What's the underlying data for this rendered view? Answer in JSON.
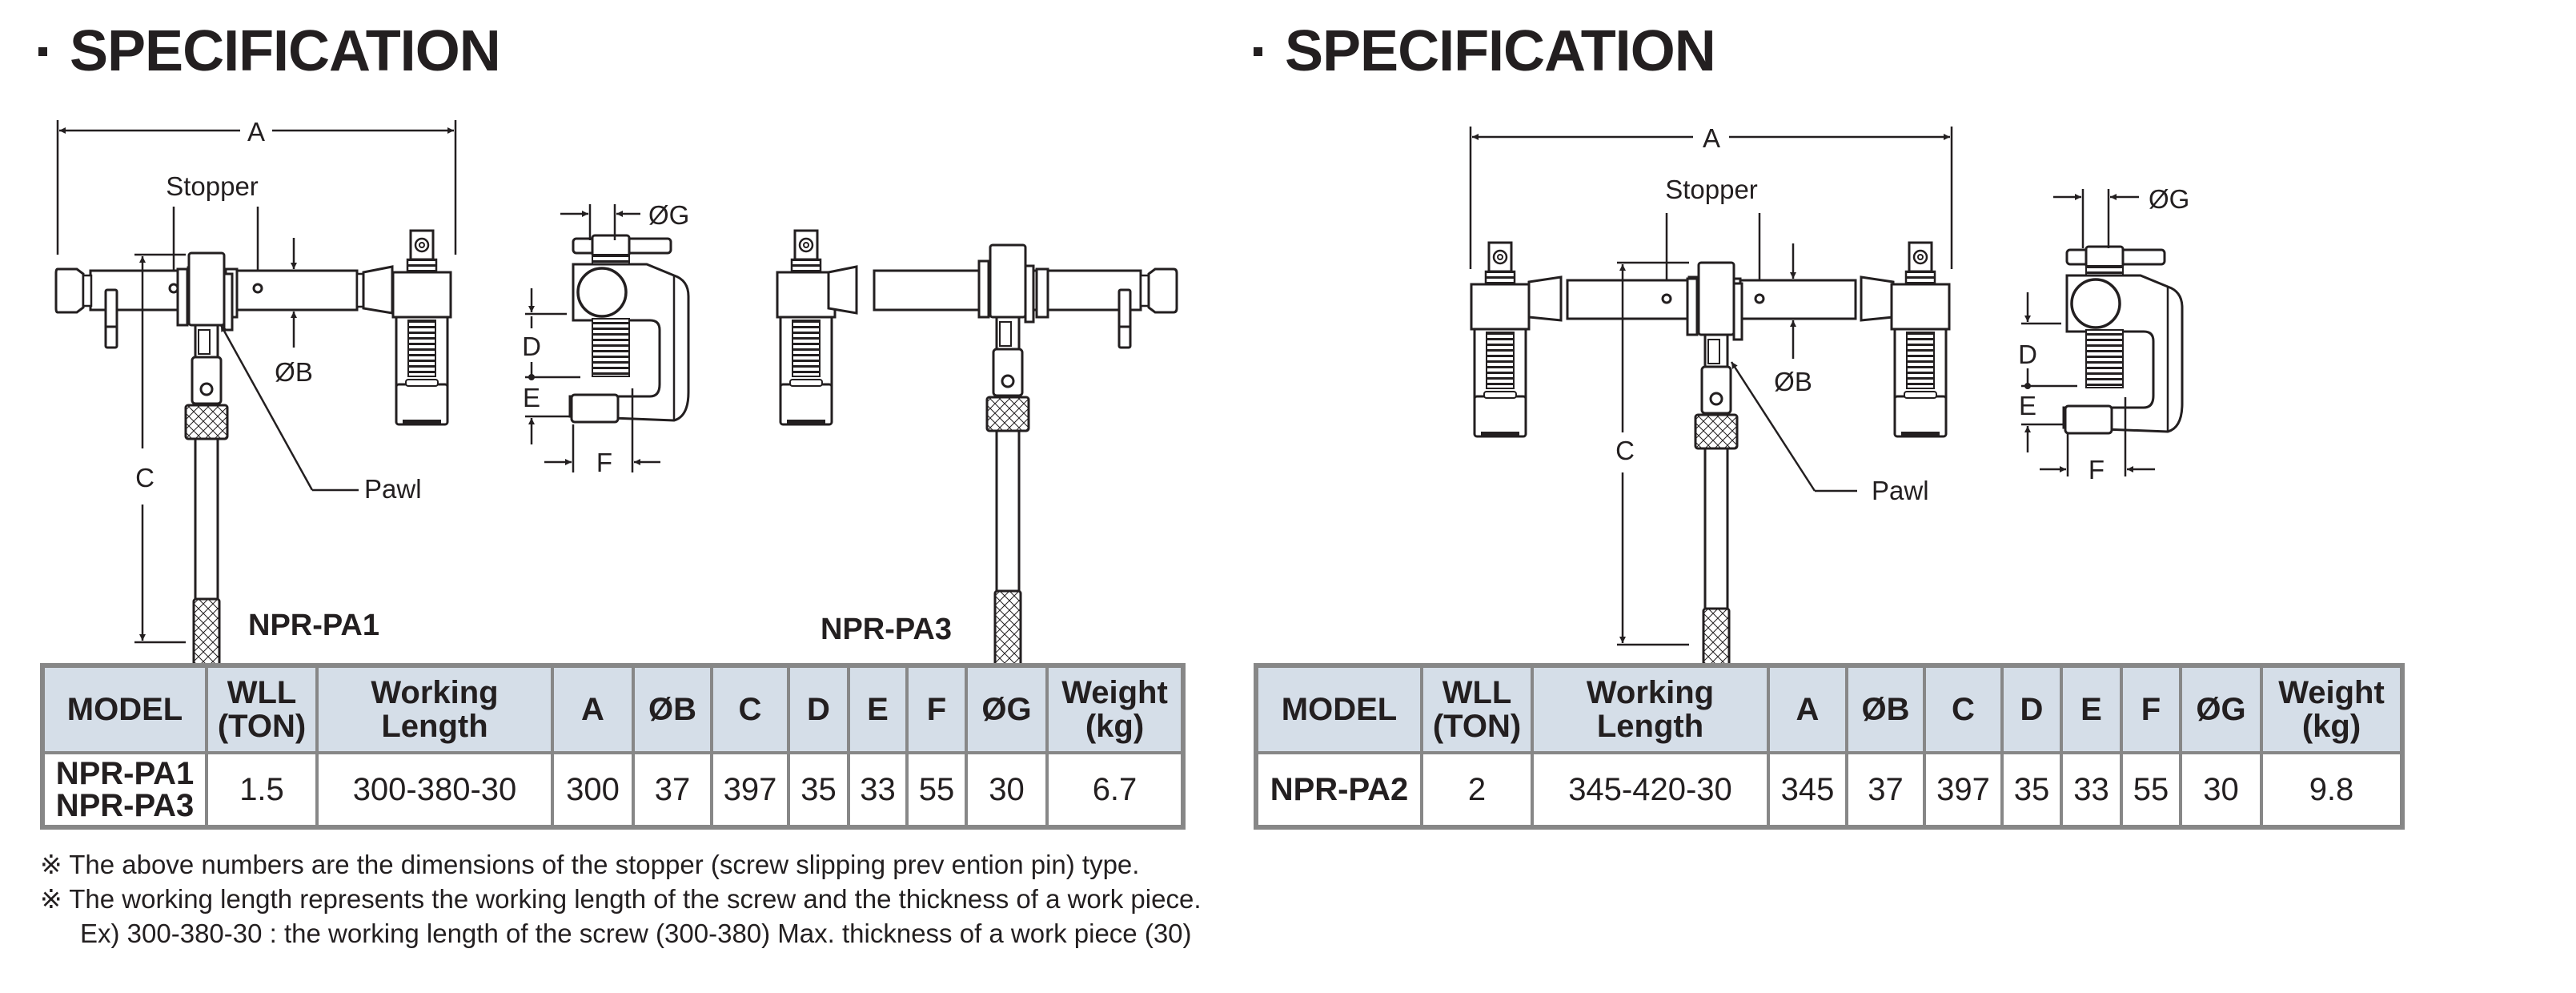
{
  "sections": [
    {
      "title": "SPECIFICATION",
      "diagram": {
        "dimension_labels": {
          "a": "A",
          "b": "ØB",
          "c": "C",
          "d": "D",
          "e": "E",
          "f": "F",
          "g": "ØG"
        },
        "callouts": {
          "stopper": "Stopper",
          "pawl": "Pawl"
        },
        "model_labels": [
          "NPR-PA1",
          "NPR-PA3"
        ]
      },
      "table": {
        "headers": [
          "MODEL",
          "WLL\n(TON)",
          "Working\nLength",
          "A",
          "ØB",
          "C",
          "D",
          "E",
          "F",
          "ØG",
          "Weight\n(kg)"
        ],
        "header_lines": [
          [
            "MODEL"
          ],
          [
            "WLL",
            "(TON)"
          ],
          [
            "Working",
            "Length"
          ],
          [
            "A"
          ],
          [
            "ØB"
          ],
          [
            "C"
          ],
          [
            "D"
          ],
          [
            "E"
          ],
          [
            "F"
          ],
          [
            "ØG"
          ],
          [
            "Weight",
            "(kg)"
          ]
        ],
        "rows": [
          {
            "model": [
              "NPR-PA1",
              "NPR-PA3"
            ],
            "wll": "1.5",
            "working_length": "300-380-30",
            "a": "300",
            "b": "37",
            "c": "397",
            "d": "35",
            "e": "33",
            "f": "55",
            "g": "30",
            "weight": "6.7"
          }
        ]
      }
    },
    {
      "title": "SPECIFICATION",
      "diagram": {
        "dimension_labels": {
          "a": "A",
          "b": "ØB",
          "c": "C",
          "d": "D",
          "e": "E",
          "f": "F",
          "g": "ØG"
        },
        "callouts": {
          "stopper": "Stopper",
          "pawl": "Pawl"
        },
        "model_labels": []
      },
      "table": {
        "header_lines": [
          [
            "MODEL"
          ],
          [
            "WLL",
            "(TON)"
          ],
          [
            "Working",
            "Length"
          ],
          [
            "A"
          ],
          [
            "ØB"
          ],
          [
            "C"
          ],
          [
            "D"
          ],
          [
            "E"
          ],
          [
            "F"
          ],
          [
            "ØG"
          ],
          [
            "Weight",
            "(kg)"
          ]
        ],
        "rows": [
          {
            "model": [
              "NPR-PA2"
            ],
            "wll": "2",
            "working_length": "345-420-30",
            "a": "345",
            "b": "37",
            "c": "397",
            "d": "35",
            "e": "33",
            "f": "55",
            "g": "30",
            "weight": "9.8"
          }
        ]
      }
    }
  ],
  "notes": [
    "※ The above numbers are the dimensions of the stopper (screw slipping prev ention pin) type.",
    "※ The working length represents the working length of the screw and the thickness of a work piece.",
    "Ex) 300-380-30 : the working length of the screw (300-380) Max. thickness of a work piece (30)"
  ],
  "colors": {
    "table_header_bg": "#d5dee8",
    "table_border": "#878787",
    "text": "#231f20"
  }
}
